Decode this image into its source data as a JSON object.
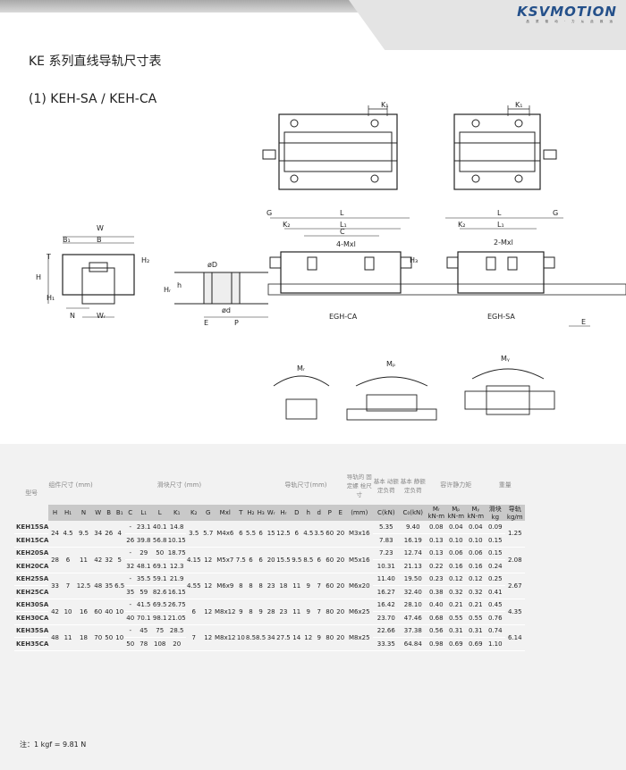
{
  "brand": {
    "name": "KSVMOTION",
    "tagline": "品 质 驱 动 · 力 从 此 致 远"
  },
  "title": "KE 系列直线导轨尺寸表",
  "subtitle": "(1) KEH-SA / KEH-CA",
  "drawing_labels": {
    "K1": "K₁",
    "W": "W",
    "B1": "B₁",
    "B": "B",
    "T": "T",
    "H": "H",
    "H1": "H₁",
    "H2": "H₂",
    "N": "N",
    "WR": "Wᵣ",
    "HR": "Hᵣ",
    "h": "h",
    "phiD": "øD",
    "phid": "ød",
    "E": "E",
    "P": "P",
    "G": "G",
    "L": "L",
    "L1": "L₁",
    "K2": "K₂",
    "C": "C",
    "mxl4": "4-Mxl",
    "mxl2": "2-Mxl",
    "H3": "H₃",
    "egh_ca": "EGH-CA",
    "egh_sa": "EGH-SA",
    "MR": "Mᵣ",
    "MP": "Mₚ",
    "MY": "Mᵧ"
  },
  "table": {
    "group_headers": {
      "model": "型号",
      "assembly": "组件尺寸 (mm)",
      "block": "滑块尺寸 (mm)",
      "rail": "导轨尺寸(mm)",
      "rail_bolt": "导轨的 固定螺 栓尺寸",
      "dyn": "基本 动额 定负荷",
      "stat": "基本 静额 定负荷",
      "moment": "容许静力矩",
      "weight": "重量"
    },
    "sub_headers": {
      "H": "H",
      "H1": "H₁",
      "N": "N",
      "W": "W",
      "B": "B",
      "B1": "B₁",
      "C": "C",
      "L1": "L₁",
      "L": "L",
      "K1": "K₁",
      "K2": "K₂",
      "G": "G",
      "Mxl": "Mxl",
      "T": "T",
      "H2": "H₂",
      "H3": "H₃",
      "WR": "Wᵣ",
      "HR": "Hᵣ",
      "D": "D",
      "h": "h",
      "d": "d",
      "P": "P",
      "E": "E",
      "MR": "Mᵣ",
      "MP": "Mₚ",
      "MY": "Mᵧ",
      "block_w": "滑块",
      "rail_w": "导轨"
    },
    "units": {
      "bolt": "(mm)",
      "dyn": "C(kN)",
      "stat": "C₀(kN)",
      "MR": "kN-m",
      "MP": "kN-m",
      "MY": "kN-m",
      "block_w": "kg",
      "rail_w": "kg/m"
    },
    "groups": [
      {
        "H": "24",
        "H1": "4.5",
        "N": "9.5",
        "W": "34",
        "B": "26",
        "B1": "4",
        "K2": "3.5",
        "G": "5.7",
        "Mxl": "M4x6",
        "T": "6",
        "H2": "5.5",
        "H3": "6",
        "WR": "15",
        "HR": "12.5",
        "D": "6",
        "h": "4.5",
        "d": "3.5",
        "P": "60",
        "E": "20",
        "bolt": "M3x16",
        "rail_w": "1.25",
        "rows": [
          {
            "model": "KEH15SA",
            "C": "-",
            "L1": "23.1",
            "L": "40.1",
            "K1": "14.8",
            "dyn": "5.35",
            "stat": "9.40",
            "MR": "0.08",
            "MP": "0.04",
            "MY": "0.04",
            "block_w": "0.09"
          },
          {
            "model": "KEH15CA",
            "C": "26",
            "L1": "39.8",
            "L": "56.8",
            "K1": "10.15",
            "dyn": "7.83",
            "stat": "16.19",
            "MR": "0.13",
            "MP": "0.10",
            "MY": "0.10",
            "block_w": "0.15"
          }
        ]
      },
      {
        "H": "28",
        "H1": "6",
        "N": "11",
        "W": "42",
        "B": "32",
        "B1": "5",
        "K2": "4.15",
        "G": "12",
        "Mxl": "M5x7",
        "T": "7.5",
        "H2": "6",
        "H3": "6",
        "WR": "20",
        "HR": "15.5",
        "D": "9.5",
        "h": "8.5",
        "d": "6",
        "P": "60",
        "E": "20",
        "bolt": "M5x16",
        "rail_w": "2.08",
        "rows": [
          {
            "model": "KEH20SA",
            "C": "-",
            "L1": "29",
            "L": "50",
            "K1": "18.75",
            "dyn": "7.23",
            "stat": "12.74",
            "MR": "0.13",
            "MP": "0.06",
            "MY": "0.06",
            "block_w": "0.15"
          },
          {
            "model": "KEH20CA",
            "C": "32",
            "L1": "48.1",
            "L": "69.1",
            "K1": "12.3",
            "dyn": "10.31",
            "stat": "21.13",
            "MR": "0.22",
            "MP": "0.16",
            "MY": "0.16",
            "block_w": "0.24"
          }
        ]
      },
      {
        "H": "33",
        "H1": "7",
        "N": "12.5",
        "W": "48",
        "B": "35",
        "B1": "6.5",
        "K2": "4.55",
        "G": "12",
        "Mxl": "M6x9",
        "T": "8",
        "H2": "8",
        "H3": "8",
        "WR": "23",
        "HR": "18",
        "D": "11",
        "h": "9",
        "d": "7",
        "P": "60",
        "E": "20",
        "bolt": "M6x20",
        "rail_w": "2.67",
        "rows": [
          {
            "model": "KEH25SA",
            "C": "-",
            "L1": "35.5",
            "L": "59.1",
            "K1": "21.9",
            "dyn": "11.40",
            "stat": "19.50",
            "MR": "0.23",
            "MP": "0.12",
            "MY": "0.12",
            "block_w": "0.25"
          },
          {
            "model": "KEH25CA",
            "C": "35",
            "L1": "59",
            "L": "82.6",
            "K1": "16.15",
            "dyn": "16.27",
            "stat": "32.40",
            "MR": "0.38",
            "MP": "0.32",
            "MY": "0.32",
            "block_w": "0.41"
          }
        ]
      },
      {
        "H": "42",
        "H1": "10",
        "N": "16",
        "W": "60",
        "B": "40",
        "B1": "10",
        "K2": "6",
        "G": "12",
        "Mxl": "M8x12",
        "T": "9",
        "H2": "8",
        "H3": "9",
        "WR": "28",
        "HR": "23",
        "D": "11",
        "h": "9",
        "d": "7",
        "P": "80",
        "E": "20",
        "bolt": "M6x25",
        "rail_w": "4.35",
        "rows": [
          {
            "model": "KEH30SA",
            "C": "-",
            "L1": "41.5",
            "L": "69.5",
            "K1": "26.75",
            "dyn": "16.42",
            "stat": "28.10",
            "MR": "0.40",
            "MP": "0.21",
            "MY": "0.21",
            "block_w": "0.45"
          },
          {
            "model": "KEH30CA",
            "C": "40",
            "L1": "70.1",
            "L": "98.1",
            "K1": "21.05",
            "dyn": "23.70",
            "stat": "47.46",
            "MR": "0.68",
            "MP": "0.55",
            "MY": "0.55",
            "block_w": "0.76"
          }
        ]
      },
      {
        "H": "48",
        "H1": "11",
        "N": "18",
        "W": "70",
        "B": "50",
        "B1": "10",
        "K2": "7",
        "G": "12",
        "Mxl": "M8x12",
        "T": "10",
        "H2": "8.5",
        "H3": "8.5",
        "WR": "34",
        "HR": "27.5",
        "D": "14",
        "h": "12",
        "d": "9",
        "P": "80",
        "E": "20",
        "bolt": "M8x25",
        "rail_w": "6.14",
        "rows": [
          {
            "model": "KEH35SA",
            "C": "-",
            "L1": "45",
            "L": "75",
            "K1": "28.5",
            "dyn": "22.66",
            "stat": "37.38",
            "MR": "0.56",
            "MP": "0.31",
            "MY": "0.31",
            "block_w": "0.74"
          },
          {
            "model": "KEH35CA",
            "C": "50",
            "L1": "78",
            "L": "108",
            "K1": "20",
            "dyn": "33.35",
            "stat": "64.84",
            "MR": "0.98",
            "MP": "0.69",
            "MY": "0.69",
            "block_w": "1.10"
          }
        ]
      }
    ]
  },
  "note": "注：1 kgf = 9.81 N"
}
